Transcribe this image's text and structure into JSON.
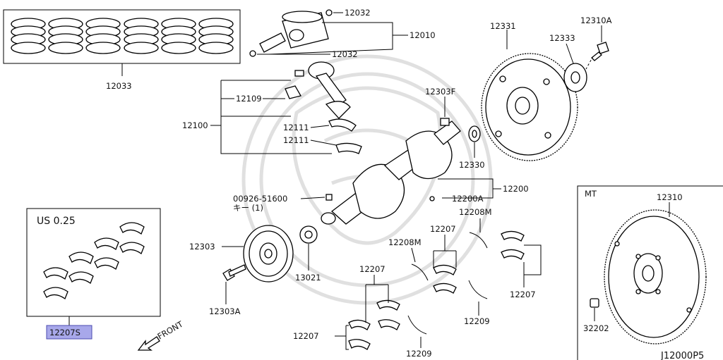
{
  "labels": {
    "piston_pin_clip_top": "12032",
    "piston_assy": "12010",
    "piston_pin_clip_bottom": "12032",
    "piston_rings": "12033",
    "conrod_bolt": "12109",
    "conrod_assy": "12100",
    "conrod_bearing_upper": "12111",
    "conrod_bearing_lower": "12111",
    "pilot_bearing": "12303F",
    "pilot_bushing": "12330",
    "crankshaft": "12200",
    "crankshaft_bolt": "12200A",
    "woodruff_key": "00926-51600",
    "woodruff_key_note": "キー (1)",
    "crank_pulley": "12303",
    "pulley_bolt": "12303A",
    "crank_sprocket": "13021",
    "main_bearing_a": "12207",
    "main_bearing_b": "12207",
    "main_bearing_c": "12207",
    "main_bearing_d": "12207",
    "thrust_washer_upper_a": "12208M",
    "thrust_washer_upper_b": "12208M",
    "thrust_washer_lower_a": "12209",
    "thrust_washer_lower_b": "12209",
    "flywheel_at": "12331",
    "flywheel_plate": "12333",
    "flywheel_bolt": "12310A",
    "flywheel_mt": "12310",
    "mt_pilot_bushing": "32202",
    "highlighted_part": "12207S"
  },
  "boxes": {
    "undersize": "US 0.25",
    "manual_transmission": "MT"
  },
  "direction": "FRONT",
  "diagram_code": "J12000P5",
  "colors": {
    "highlight_fill": "#a8a8ea",
    "highlight_stroke": "#4b4bb0",
    "watermark": "#d9d9d9"
  }
}
